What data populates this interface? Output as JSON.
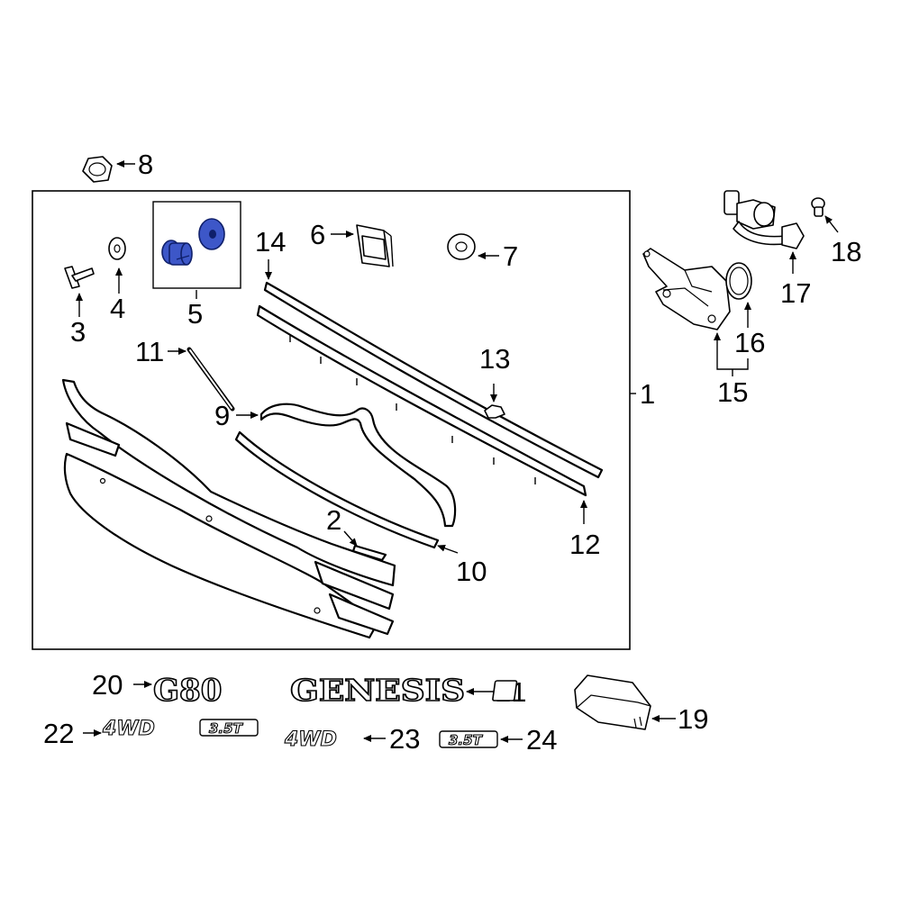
{
  "diagram": {
    "highlight_color": "#3d57c8",
    "assembly_label": "1",
    "callouts": [
      {
        "id": "2",
        "label": "2"
      },
      {
        "id": "3",
        "label": "3"
      },
      {
        "id": "4",
        "label": "4"
      },
      {
        "id": "5",
        "label": "5"
      },
      {
        "id": "6",
        "label": "6"
      },
      {
        "id": "7",
        "label": "7"
      },
      {
        "id": "8",
        "label": "8"
      },
      {
        "id": "9",
        "label": "9"
      },
      {
        "id": "10",
        "label": "10"
      },
      {
        "id": "11",
        "label": "11"
      },
      {
        "id": "12",
        "label": "12"
      },
      {
        "id": "13",
        "label": "13"
      },
      {
        "id": "14",
        "label": "14"
      },
      {
        "id": "15",
        "label": "15"
      },
      {
        "id": "16",
        "label": "16"
      },
      {
        "id": "17",
        "label": "17"
      },
      {
        "id": "18",
        "label": "18"
      },
      {
        "id": "19",
        "label": "19"
      },
      {
        "id": "20",
        "label": "20"
      },
      {
        "id": "21",
        "label": "21"
      },
      {
        "id": "22",
        "label": "22"
      },
      {
        "id": "23",
        "label": "23"
      },
      {
        "id": "24",
        "label": "24"
      }
    ],
    "emblems": {
      "model": "G80",
      "brand": "GENESIS",
      "drive_badge": "4WD",
      "engine_badge": "3.5T"
    }
  }
}
